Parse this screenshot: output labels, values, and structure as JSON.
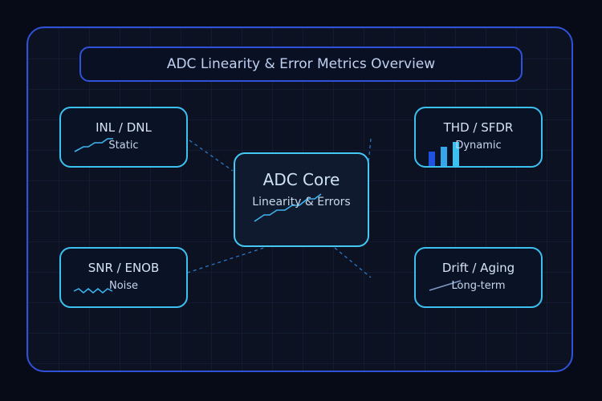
{
  "title": "ADC Linearity & Error Metrics Overview",
  "core": {
    "title": "ADC Core",
    "subtitle": "Linearity & Errors"
  },
  "nodes": {
    "inl": {
      "title": "INL / DNL",
      "subtitle": "Static"
    },
    "thd": {
      "title": "THD / SFDR",
      "subtitle": "Dynamic"
    },
    "snr": {
      "title": "SNR / ENOB",
      "subtitle": "Noise"
    },
    "drift": {
      "title": "Drift / Aging",
      "subtitle": "Long-term"
    }
  },
  "thd_bars": [
    0.45,
    0.6,
    0.75
  ],
  "colors": {
    "background": "#070b18",
    "frame_border": "#2f52d8",
    "node_border": "#3cc0f0",
    "connector": "#2a78c8",
    "accent": "#3fb4ee"
  }
}
